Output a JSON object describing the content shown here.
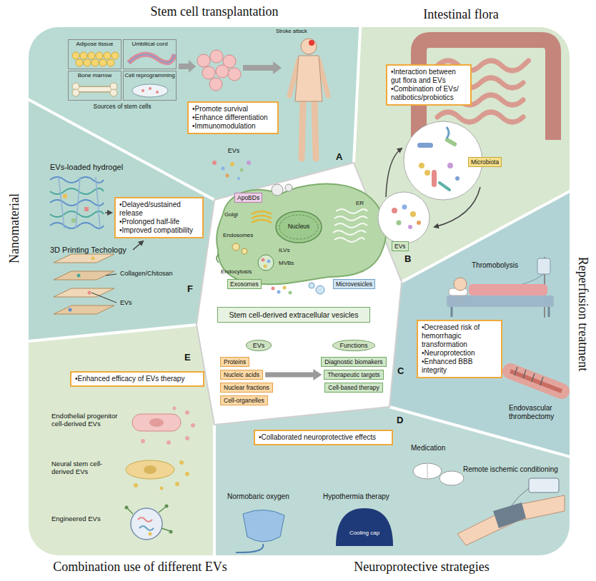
{
  "diagram": {
    "nodes": [
      {
        "text": [
          "Adipose tissue"
        ]
      },
      {
        "text": [
          "Umbilical cord"
        ]
      },
      {
        "text": [
          "Bone marrow"
        ]
      },
      {
        "text": [
          "Cell reprogramming"
        ]
      },
      {
        "text": [
          "•Promote survival",
          "•Enhance differentiation",
          "•Immunomodulation"
        ]
      },
      {
        "text": [
          "•Interaction between gut flora and EVs",
          "•Combination of EVs/ natibotics/probiotics"
        ]
      },
      {
        "text": [
          "Microbiota"
        ]
      },
      {
        "text": [
          "EVs"
        ]
      },
      {
        "text": [
          "•Delayed/sustained release",
          "•Prolonged half-life",
          "•Improved compatibility"
        ]
      },
      {
        "text": [
          "ApoBDs"
        ]
      },
      {
        "text": [
          "Exosomes"
        ]
      },
      {
        "text": [
          "Microvesicles"
        ]
      },
      {
        "text": [
          "Stem cell-derived extracellular vesicles"
        ]
      },
      {
        "text": [
          "EVs"
        ]
      },
      {
        "text": [
          "Proteins"
        ]
      },
      {
        "text": [
          "Nucleic acids"
        ]
      },
      {
        "text": [
          "Nuclear fractions"
        ]
      },
      {
        "text": [
          "Cell-organelles"
        ]
      },
      {
        "text": [
          "Functions"
        ]
      },
      {
        "text": [
          "Diagnostic biomakers"
        ]
      },
      {
        "text": [
          "Therapeutic targets"
        ]
      },
      {
        "text": [
          "Cell-based therapy"
        ]
      },
      {
        "text": [
          "•Decreased risk of hemorrhagic transformation",
          "•Neuroprotection",
          "•Enhanced BBB integrity"
        ]
      },
      {
        "text": [
          "•Enhanced efficacy of EVs therapy"
        ]
      },
      {
        "text": [
          "•Collaborated neuroprotective effects"
        ]
      }
    ],
    "edges": [
      {
        "from": 15,
        "to": 20,
        "arrow": "to"
      }
    ],
    "labels": [
      "Stem cell transplantation",
      "Intestinal flora",
      "Reperfusion treatment",
      "Neuroprotective strategies",
      "Combination use of different EVs",
      "Nanomaterial",
      "A",
      "B",
      "C",
      "D",
      "E",
      "F",
      "Sources of stem cells",
      "Stroke attack",
      "EVs",
      "Golgi",
      "ER",
      "Nucleus",
      "Endosomes",
      "Endocytosis",
      "ILVs",
      "MVBs",
      "Thromobolysis",
      "Endovascular thrombectomy",
      "Medication",
      "Normobaric oxygen",
      "Hypothermia therapy",
      "Cooling cap",
      "Remote ischemic conditioning",
      "Endothelial progenitor cell-derived EVs",
      "Neural stem cell-derived EVs",
      "Engineered EVs",
      "EVs-loaded hydrogel",
      "3D Printing Techology",
      "Collagen/Chitosan",
      "EVs"
    ]
  }
}
